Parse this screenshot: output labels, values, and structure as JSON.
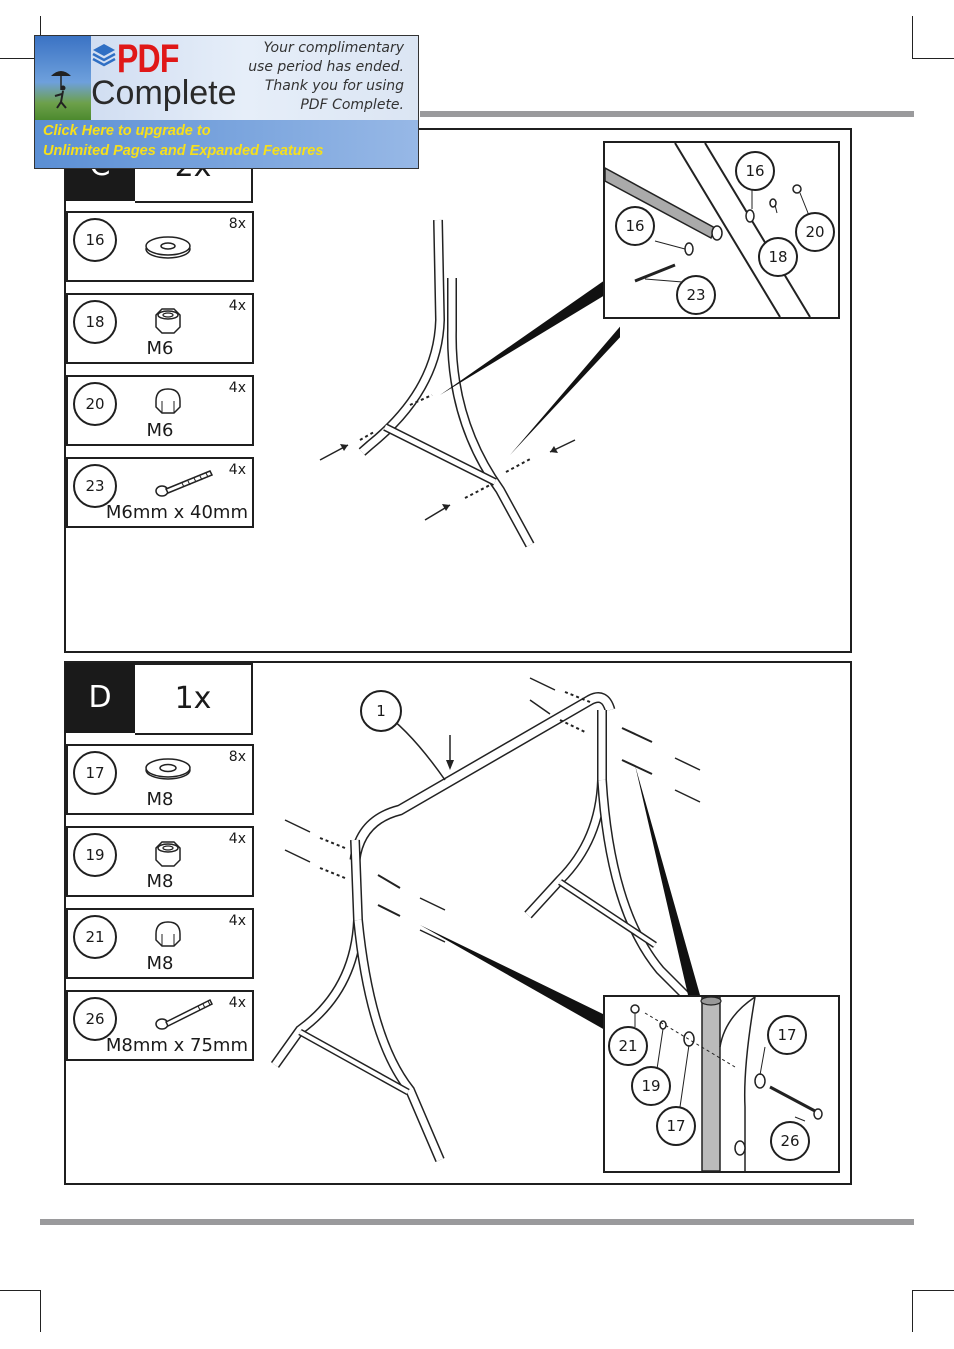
{
  "ad": {
    "logo_pdf": "PDF",
    "logo_complete": "Complete",
    "message_lines": [
      "Your complimentary",
      "use period has ended.",
      "Thank you for using",
      "PDF Complete."
    ],
    "link_line1": "Click Here to upgrade to",
    "link_line2": "Unlimited Pages and Expanded Features"
  },
  "step_c": {
    "letter": "C",
    "quantity": "2x",
    "parts": [
      {
        "number": "16",
        "quantity": "8x",
        "label": "",
        "icon": "washer-icon"
      },
      {
        "number": "18",
        "quantity": "4x",
        "label": "M6",
        "icon": "hex-nut-icon"
      },
      {
        "number": "20",
        "quantity": "4x",
        "label": "M6",
        "icon": "cap-nut-icon"
      },
      {
        "number": "23",
        "quantity": "4x",
        "label": "M6mm x 40mm",
        "icon": "bolt-icon"
      }
    ],
    "detail_callouts": [
      "16",
      "16",
      "20",
      "18",
      "23"
    ]
  },
  "step_d": {
    "letter": "D",
    "quantity": "1x",
    "parts": [
      {
        "number": "17",
        "quantity": "8x",
        "label": "M8",
        "icon": "washer-icon"
      },
      {
        "number": "19",
        "quantity": "4x",
        "label": "M8",
        "icon": "hex-nut-icon"
      },
      {
        "number": "21",
        "quantity": "4x",
        "label": "M8",
        "icon": "cap-nut-icon"
      },
      {
        "number": "26",
        "quantity": "4x",
        "label": "M8mm x 75mm",
        "icon": "bolt-icon"
      }
    ],
    "main_callout": "1",
    "detail_callouts": [
      "21",
      "19",
      "17",
      "17",
      "26"
    ]
  },
  "colors": {
    "frame": "#1f1f1f",
    "rule": "#9a9a9c",
    "ad_link_text": "#f7e01a",
    "ad_logo_red": "#e01818"
  }
}
